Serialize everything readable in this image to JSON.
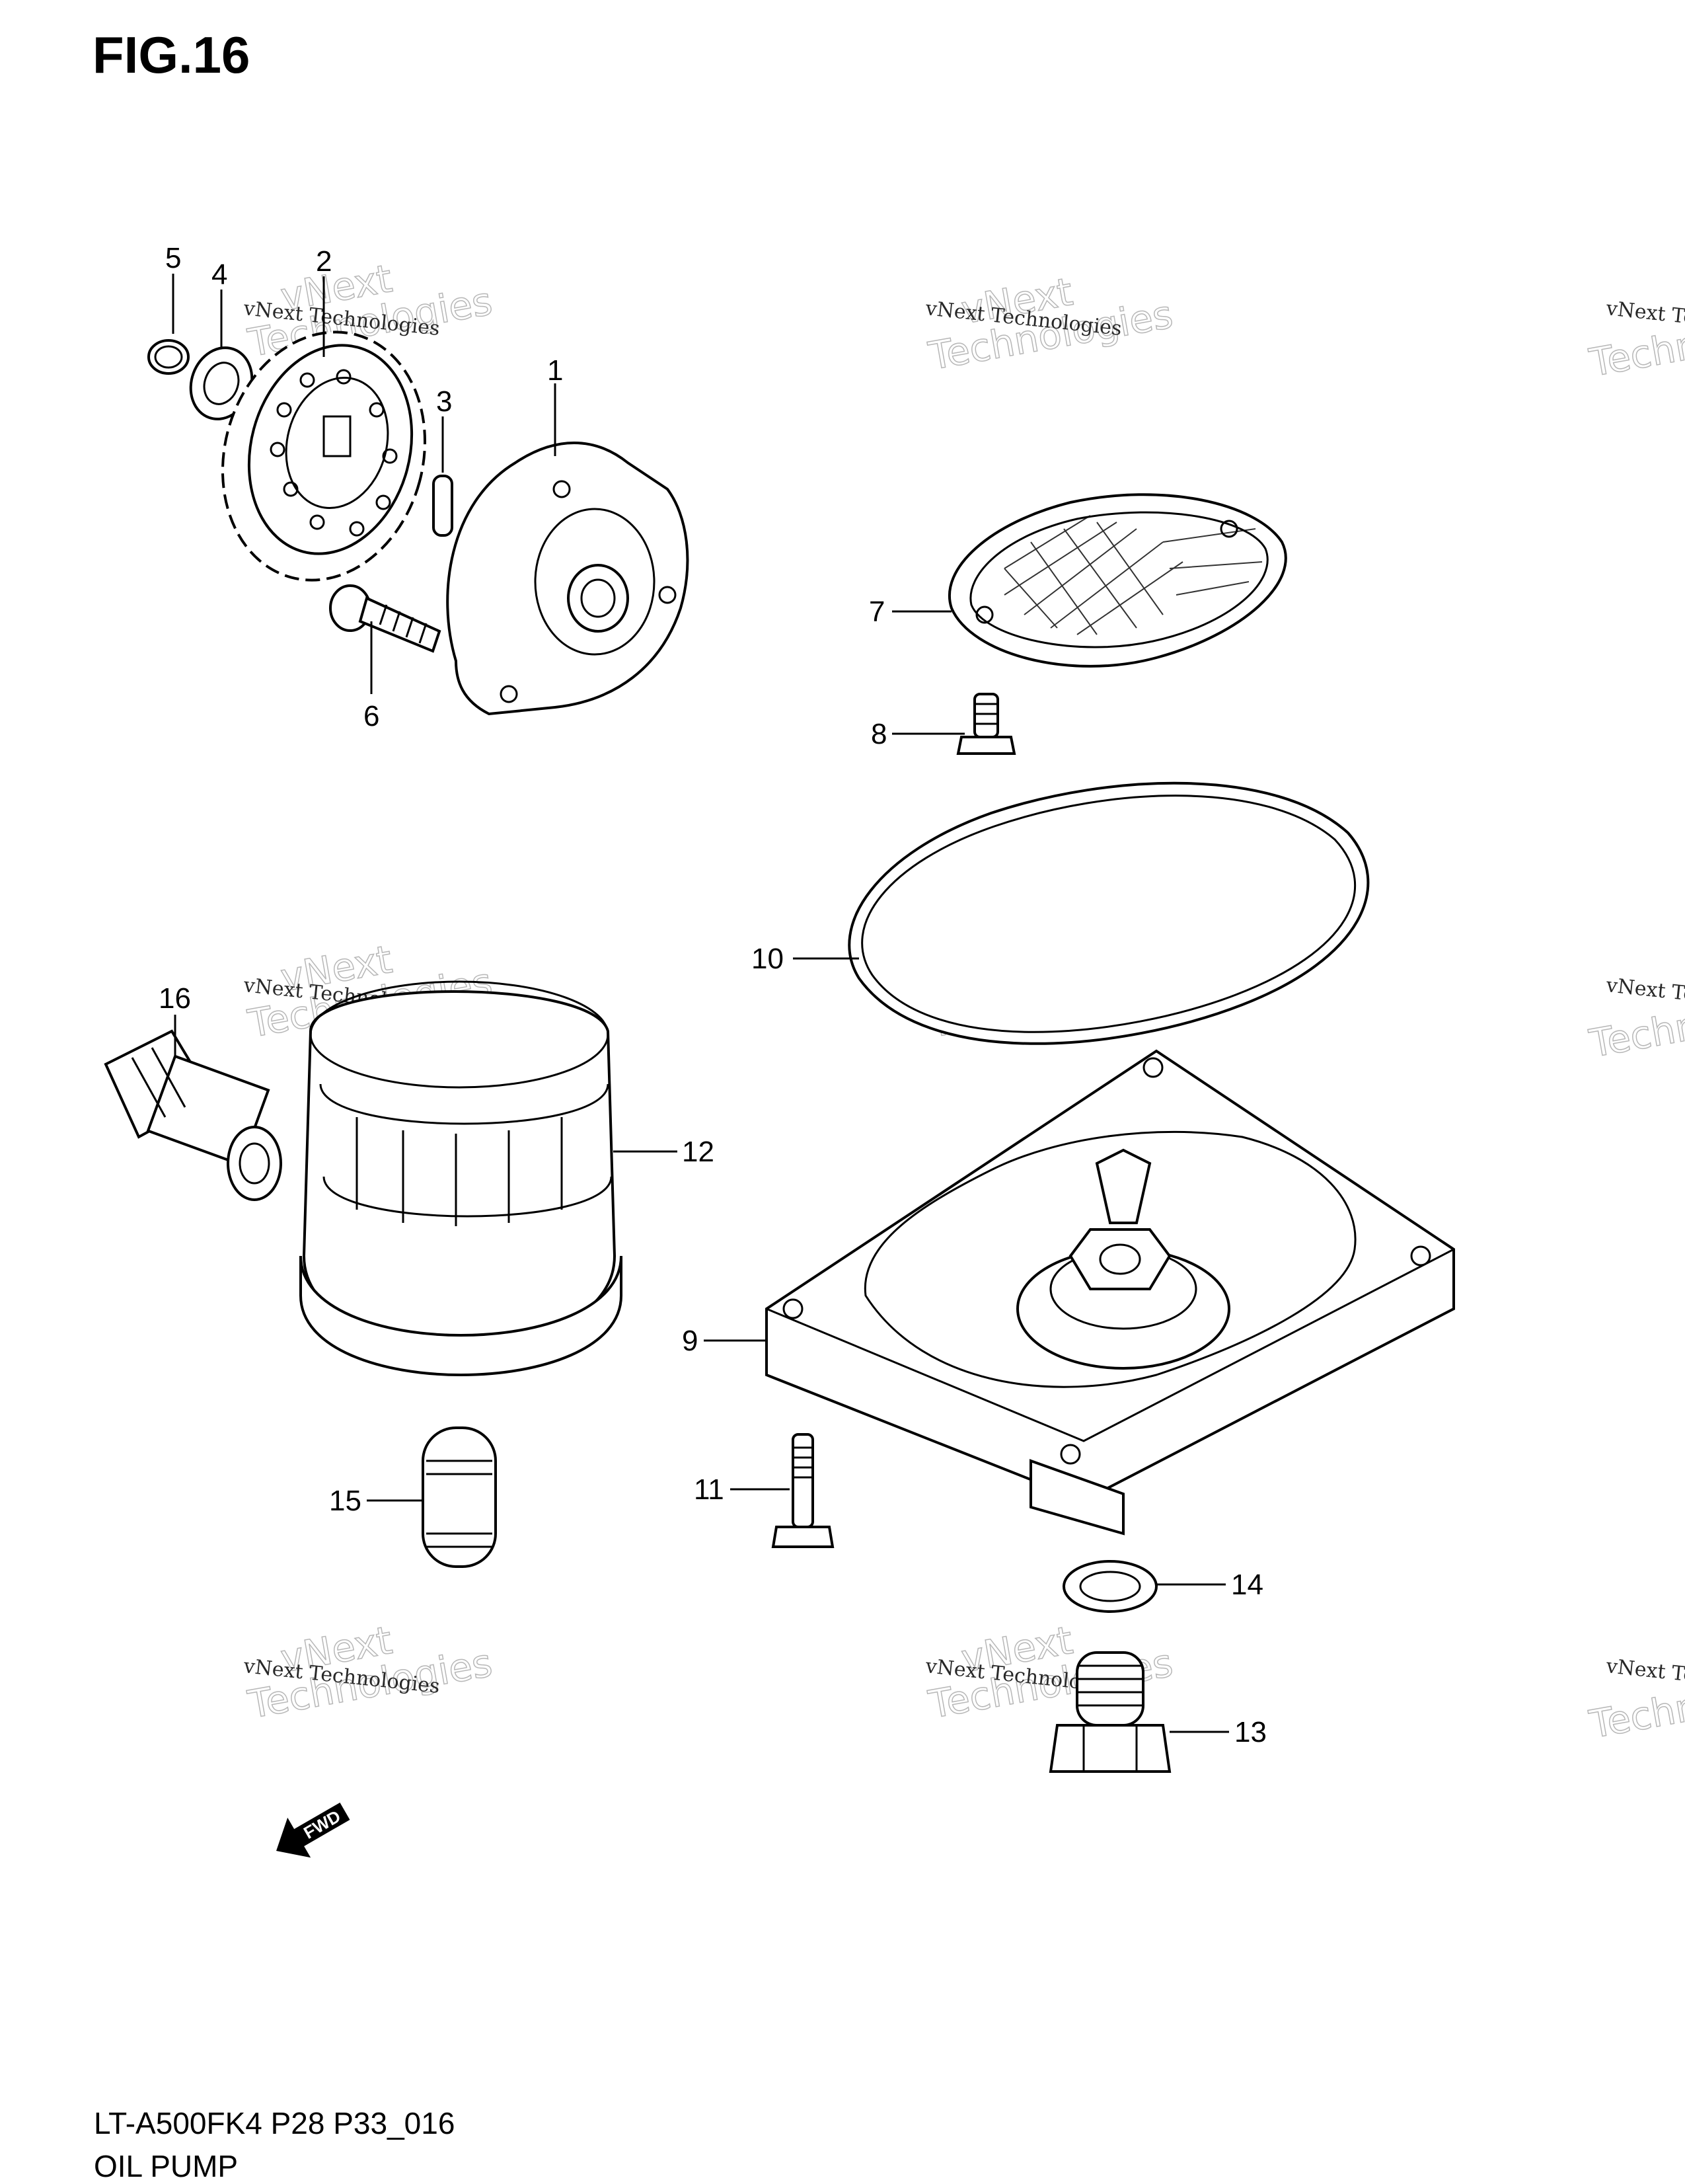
{
  "figure": {
    "title": "FIG.16"
  },
  "watermark": {
    "line1": "vNext Technologies",
    "line2": "vNext",
    "line3": "Technologies"
  },
  "callouts": [
    {
      "id": "p1",
      "label": "1"
    },
    {
      "id": "p2",
      "label": "2"
    },
    {
      "id": "p3",
      "label": "3"
    },
    {
      "id": "p4",
      "label": "4"
    },
    {
      "id": "p5",
      "label": "5"
    },
    {
      "id": "p6",
      "label": "6"
    },
    {
      "id": "p7",
      "label": "7"
    },
    {
      "id": "p8",
      "label": "8"
    },
    {
      "id": "p9",
      "label": "9"
    },
    {
      "id": "p10",
      "label": "10"
    },
    {
      "id": "p11",
      "label": "11"
    },
    {
      "id": "p12",
      "label": "12"
    },
    {
      "id": "p13",
      "label": "13"
    },
    {
      "id": "p14",
      "label": "14"
    },
    {
      "id": "p15",
      "label": "15"
    },
    {
      "id": "p16",
      "label": "16"
    }
  ],
  "fwd_arrow": {
    "text": "FWD"
  },
  "footer": {
    "code": "LT-A500FK4 P28 P33_016",
    "name": "OIL PUMP"
  }
}
